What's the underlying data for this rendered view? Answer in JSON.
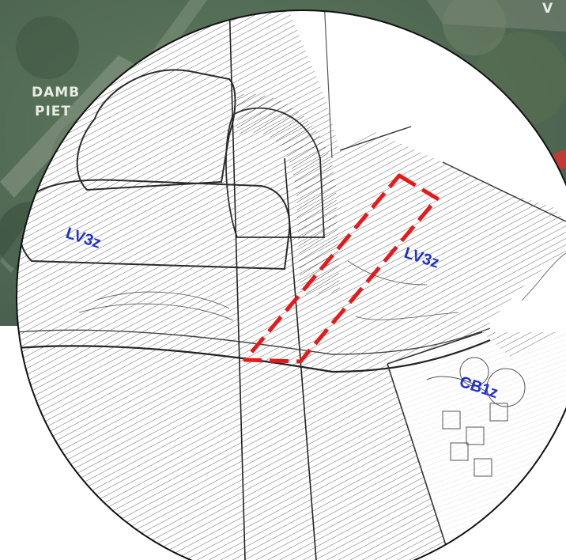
{
  "aerial": {
    "label_line1": "DAMB",
    "label_line2": "PIET",
    "corner_label": "V",
    "road_color": "#c23a35"
  },
  "zones": [
    {
      "code": "LV3z"
    },
    {
      "code": "LV3z"
    },
    {
      "code": "CB1z"
    }
  ],
  "colors": {
    "zone_label": "#1d2fd6",
    "site_outline": "#e8191b",
    "hatch": "#3a3a3a"
  },
  "icons": [
    "site-boundary-outline",
    "hatch-pattern"
  ]
}
